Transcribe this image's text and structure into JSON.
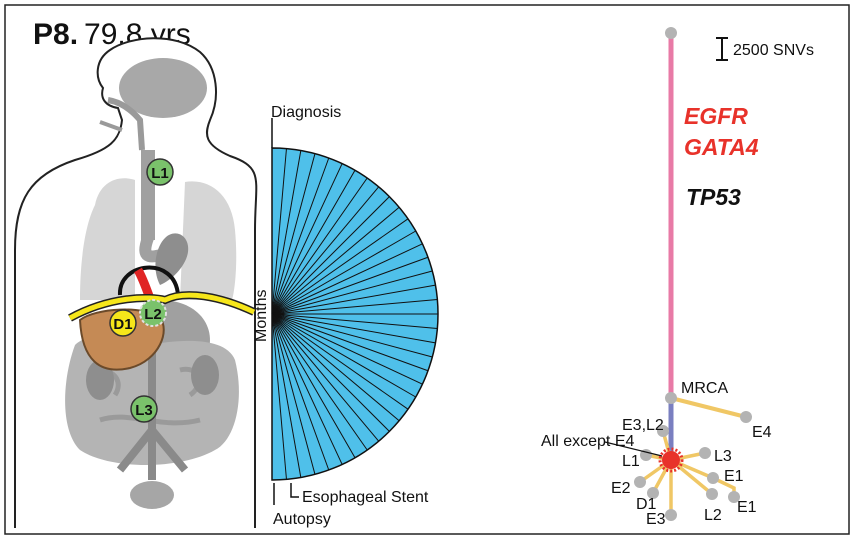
{
  "patient": {
    "id": "P8.",
    "age": "79.8 yrs"
  },
  "body_sites": {
    "l1": "L1",
    "l2": "L2",
    "d1": "D1",
    "l3": "L3"
  },
  "timeline": {
    "diagnosis": "Diagnosis",
    "months": "Months",
    "stent": "Esophageal Stent",
    "autopsy": "Autopsy",
    "fan_lines": 36
  },
  "tree": {
    "scale_label": "2500 SNVs",
    "genes_red": [
      "EGFR",
      "GATA4"
    ],
    "gene_black": "TP53",
    "mrca": "MRCA",
    "all_except": "All except E4",
    "leaves": {
      "e4": "E4",
      "e3l2": "E3,L2",
      "l1": "L1",
      "l3": "L3",
      "e1a": "E1",
      "e1b": "E1",
      "e2": "E2",
      "d1": "D1",
      "e3": "E3",
      "l2": "L2"
    }
  },
  "colors": {
    "trunk": "#e87aa6",
    "branch": "#f0c765",
    "subtrunk": "#7a7fc0",
    "fan": "#4fc0ea",
    "red_gene": "#e8322a",
    "site_green": "#7ac26b",
    "liver": "#c58a55",
    "diaphragm": "#f6e61a",
    "organ_gray": "#a5a5a5"
  }
}
